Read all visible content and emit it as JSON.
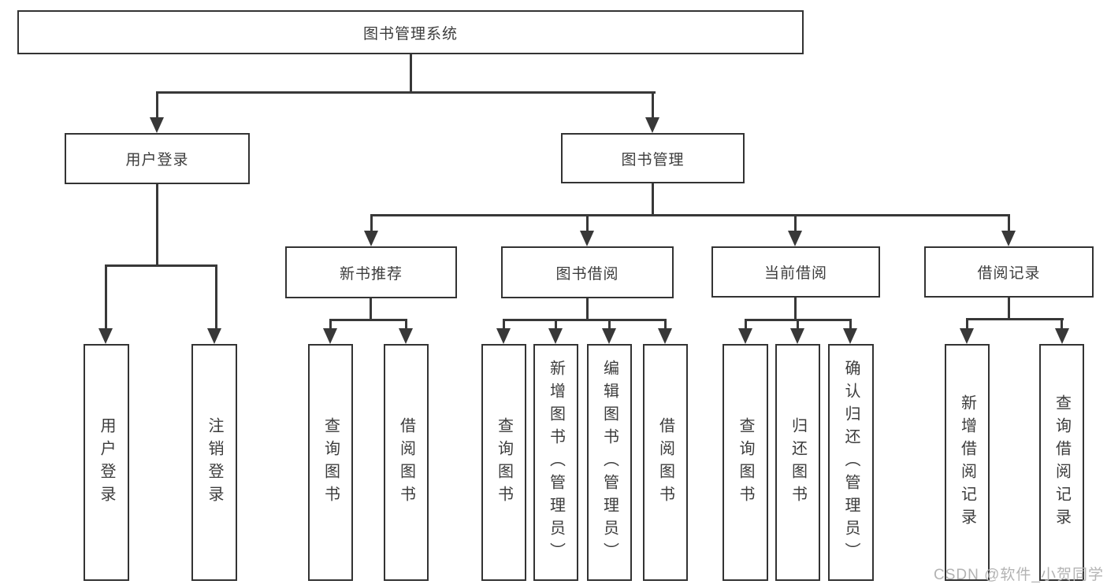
{
  "diagram": {
    "nodes": {
      "root": "图书管理系统",
      "user_login": "用户登录",
      "book_mgmt": "图书管理",
      "new_book_rec": "新书推荐",
      "book_borrow": "图书借阅",
      "current_borrow": "当前借阅",
      "borrow_records": "借阅记录",
      "leaf_user_login": "用户登录",
      "leaf_logout": "注销登录",
      "nbr_query": "查询图书",
      "nbr_borrow": "借阅图书",
      "bb_query": "查询图书",
      "bb_add": "新增图书（管理员）",
      "bb_edit": "编辑图书（管理员）",
      "bb_borrow": "借阅图书",
      "cb_query": "查询图书",
      "cb_return": "归还图书",
      "cb_confirm": "确认归还（管理员）",
      "br_add": "新增借阅记录",
      "br_query": "查询借阅记录"
    },
    "hierarchy": {
      "图书管理系统": {
        "用户登录": [
          "用户登录",
          "注销登录"
        ],
        "图书管理": {
          "新书推荐": [
            "查询图书",
            "借阅图书"
          ],
          "图书借阅": [
            "查询图书",
            "新增图书（管理员）",
            "编辑图书（管理员）",
            "借阅图书"
          ],
          "当前借阅": [
            "查询图书",
            "归还图书",
            "确认归还（管理员）"
          ],
          "借阅记录": [
            "新增借阅记录",
            "查询借阅记录"
          ]
        }
      }
    },
    "colors": {
      "border": "#333333",
      "line": "#383838",
      "text": "#3c3c3c",
      "background": "#ffffff"
    }
  },
  "watermark": {
    "text": "CSDN @软件_小贺同学",
    "color": "#b3b3b3"
  }
}
